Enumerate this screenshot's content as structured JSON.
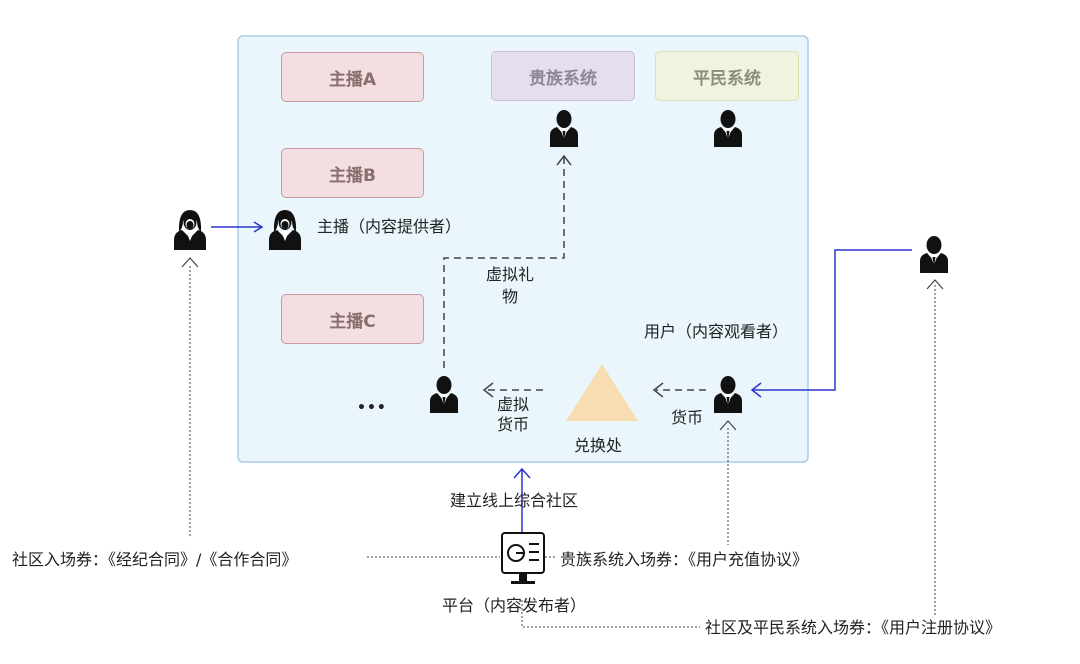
{
  "boxes": {
    "anchor_a": "主播A",
    "anchor_b": "主播B",
    "anchor_c": "主播C",
    "noble_system": "贵族系统",
    "common_system": "平民系统"
  },
  "labels": {
    "anchor_role": "主播（内容提供者）",
    "virtual_gift_line1": "虚拟礼",
    "virtual_gift_line2": "物",
    "user_role": "用户（内容观看者）",
    "ellipsis": "•••",
    "virtual_currency_line1": "虚拟",
    "virtual_currency_line2": "货币",
    "currency": "货币",
    "exchange": "兑换处",
    "build_community": "建立线上综合社区",
    "community_ticket": "社区入场券：《经纪合同》/《合作合同》",
    "noble_ticket": "贵族系统入场券：《用户充值协议》",
    "platform": "平台（内容发布者）",
    "common_ticket": "社区及平民系统入场券：《用户注册协议》"
  },
  "colors": {
    "panel_bg": "#eaf6fb",
    "panel_border": "#a9cde5",
    "blue_arrow": "#2b35c9",
    "triangle": "#f9ddb2"
  },
  "icons": [
    "female-person-icon",
    "male-person-icon",
    "platform-monitor-icon",
    "exchange-triangle-icon"
  ]
}
